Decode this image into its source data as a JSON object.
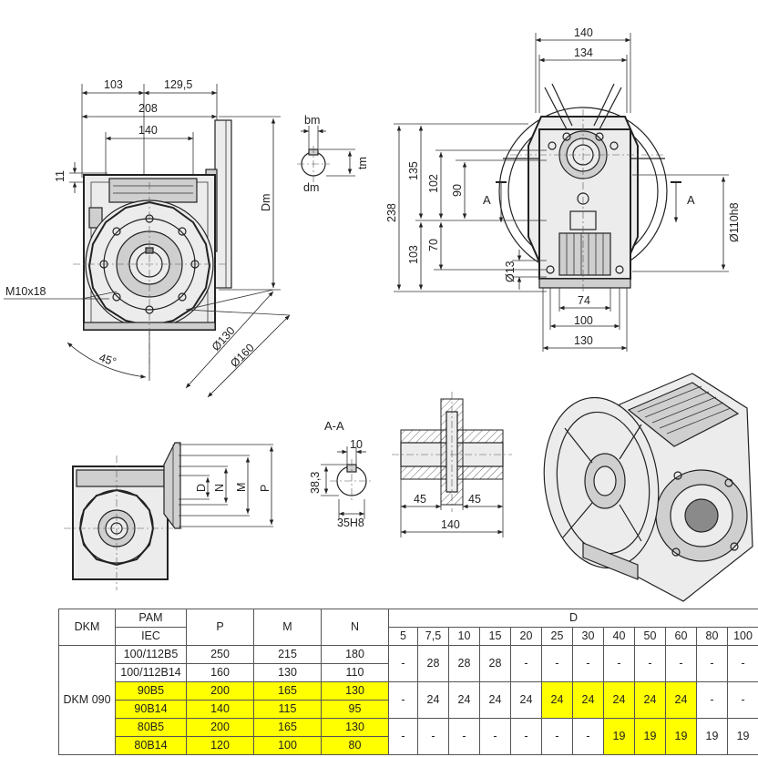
{
  "drawing": {
    "dims": {
      "front_103": "103",
      "front_129_5": "129,5",
      "front_208": "208",
      "front_140": "140",
      "front_11": "11",
      "front_dm_big": "Dm",
      "front_m10": "M10x18",
      "front_d130": "Ø130",
      "front_d160": "Ø160",
      "front_45deg": "45°",
      "shaft_bm": "bm",
      "shaft_tm": "tm",
      "shaft_dm": "dm",
      "side_140": "140",
      "side_134": "134",
      "side_238": "238",
      "side_135": "135",
      "side_102": "102",
      "side_90": "90",
      "side_103": "103",
      "side_70": "70",
      "side_d13": "Ø13",
      "side_74": "74",
      "side_100": "100",
      "side_130": "130",
      "side_d110": "Ø110h8",
      "side_a_left": "A",
      "side_a_right": "A",
      "flange_d": "D",
      "flange_n": "N",
      "flange_m": "M",
      "flange_p": "P",
      "section_title": "A-A",
      "section_10": "10",
      "section_38_3": "38,3",
      "section_35h8": "35H8",
      "hub_45_left": "45",
      "hub_45_right": "45",
      "hub_140": "140"
    }
  },
  "table": {
    "header": {
      "dkm": "DKM",
      "pam": "PAM",
      "iec": "IEC",
      "p": "P",
      "m": "M",
      "n": "N",
      "d": "D",
      "ratios": [
        "5",
        "7,5",
        "10",
        "15",
        "20",
        "25",
        "30",
        "40",
        "50",
        "60",
        "80",
        "100"
      ]
    },
    "model": "DKM 090",
    "rows": [
      {
        "iec": "100/112B5",
        "p": "250",
        "m": "215",
        "n": "180"
      },
      {
        "iec": "100/112B14",
        "p": "160",
        "m": "130",
        "n": "110"
      },
      {
        "iec": "90B5",
        "p": "200",
        "m": "165",
        "n": "130"
      },
      {
        "iec": "90B14",
        "p": "140",
        "m": "115",
        "n": "95"
      },
      {
        "iec": "80B5",
        "p": "200",
        "m": "165",
        "n": "130"
      },
      {
        "iec": "80B14",
        "p": "120",
        "m": "100",
        "n": "80"
      }
    ],
    "groups": [
      {
        "values": [
          "-",
          "28",
          "28",
          "28",
          "-",
          "-",
          "-",
          "-",
          "-",
          "-",
          "-",
          "-"
        ]
      },
      {
        "values": [
          "-",
          "24",
          "24",
          "24",
          "24",
          "24",
          "24",
          "24",
          "24",
          "24",
          "-",
          "-"
        ]
      },
      {
        "values": [
          "-",
          "-",
          "-",
          "-",
          "-",
          "-",
          "-",
          "19",
          "19",
          "19",
          "19",
          "19"
        ]
      }
    ],
    "highlight_color": "#ffff00"
  }
}
